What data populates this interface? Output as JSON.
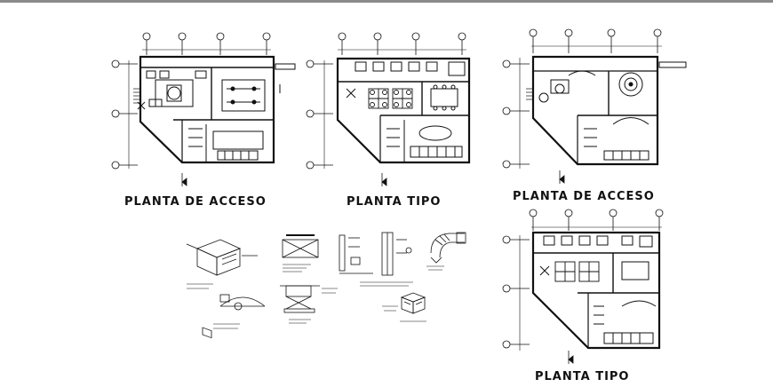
{
  "drawing": {
    "titles": {
      "plan_1": "PLANTA DE ACCESO",
      "plan_2": "PLANTA TIPO",
      "plan_3": "PLANTA DE ACCESO",
      "plan_4": "PLANTA TIPO"
    },
    "colors": {
      "line": "#111111",
      "background": "#ffffff",
      "top_rule": "#8a8a8a"
    }
  }
}
